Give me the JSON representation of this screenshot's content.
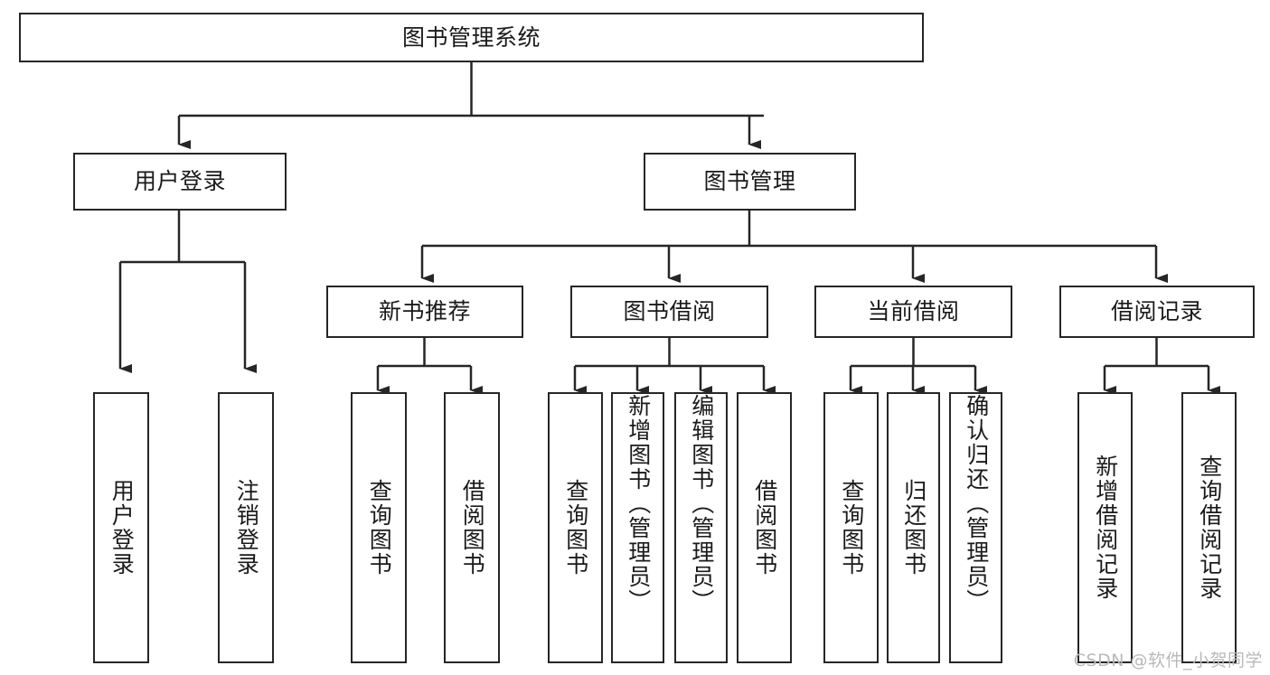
{
  "diagram": {
    "type": "tree-hierarchy-chart",
    "title": "图书管理系统",
    "watermark": "CSDN @软件_小贺同学",
    "colors": {
      "stroke": "#262626",
      "fill": "#ffffff",
      "text": "#1a1a1a",
      "watermark": "#b9b9b9"
    },
    "levels": {
      "root": {
        "label": "图书管理系统"
      },
      "level2": [
        {
          "label": "用户登录"
        },
        {
          "label": "图书管理"
        }
      ],
      "level3": [
        {
          "label": "新书推荐"
        },
        {
          "label": "图书借阅"
        },
        {
          "label": "当前借阅"
        },
        {
          "label": "借阅记录"
        }
      ],
      "leaves": [
        {
          "label": "用户登录",
          "parent": "用户登录"
        },
        {
          "label": "注销登录",
          "parent": "用户登录"
        },
        {
          "label": "查询图书",
          "parent": "新书推荐"
        },
        {
          "label": "借阅图书",
          "parent": "新书推荐"
        },
        {
          "label": "查询图书",
          "parent": "图书借阅"
        },
        {
          "label": "新增图书（管理员）",
          "parent": "图书借阅"
        },
        {
          "label": "编辑图书（管理员）",
          "parent": "图书借阅"
        },
        {
          "label": "借阅图书",
          "parent": "图书借阅"
        },
        {
          "label": "查询图书",
          "parent": "当前借阅"
        },
        {
          "label": "归还图书",
          "parent": "当前借阅"
        },
        {
          "label": "确认归还（管理员）",
          "parent": "当前借阅"
        },
        {
          "label": "新增借阅记录",
          "parent": "借阅记录"
        },
        {
          "label": "查询借阅记录",
          "parent": "借阅记录"
        }
      ]
    }
  }
}
